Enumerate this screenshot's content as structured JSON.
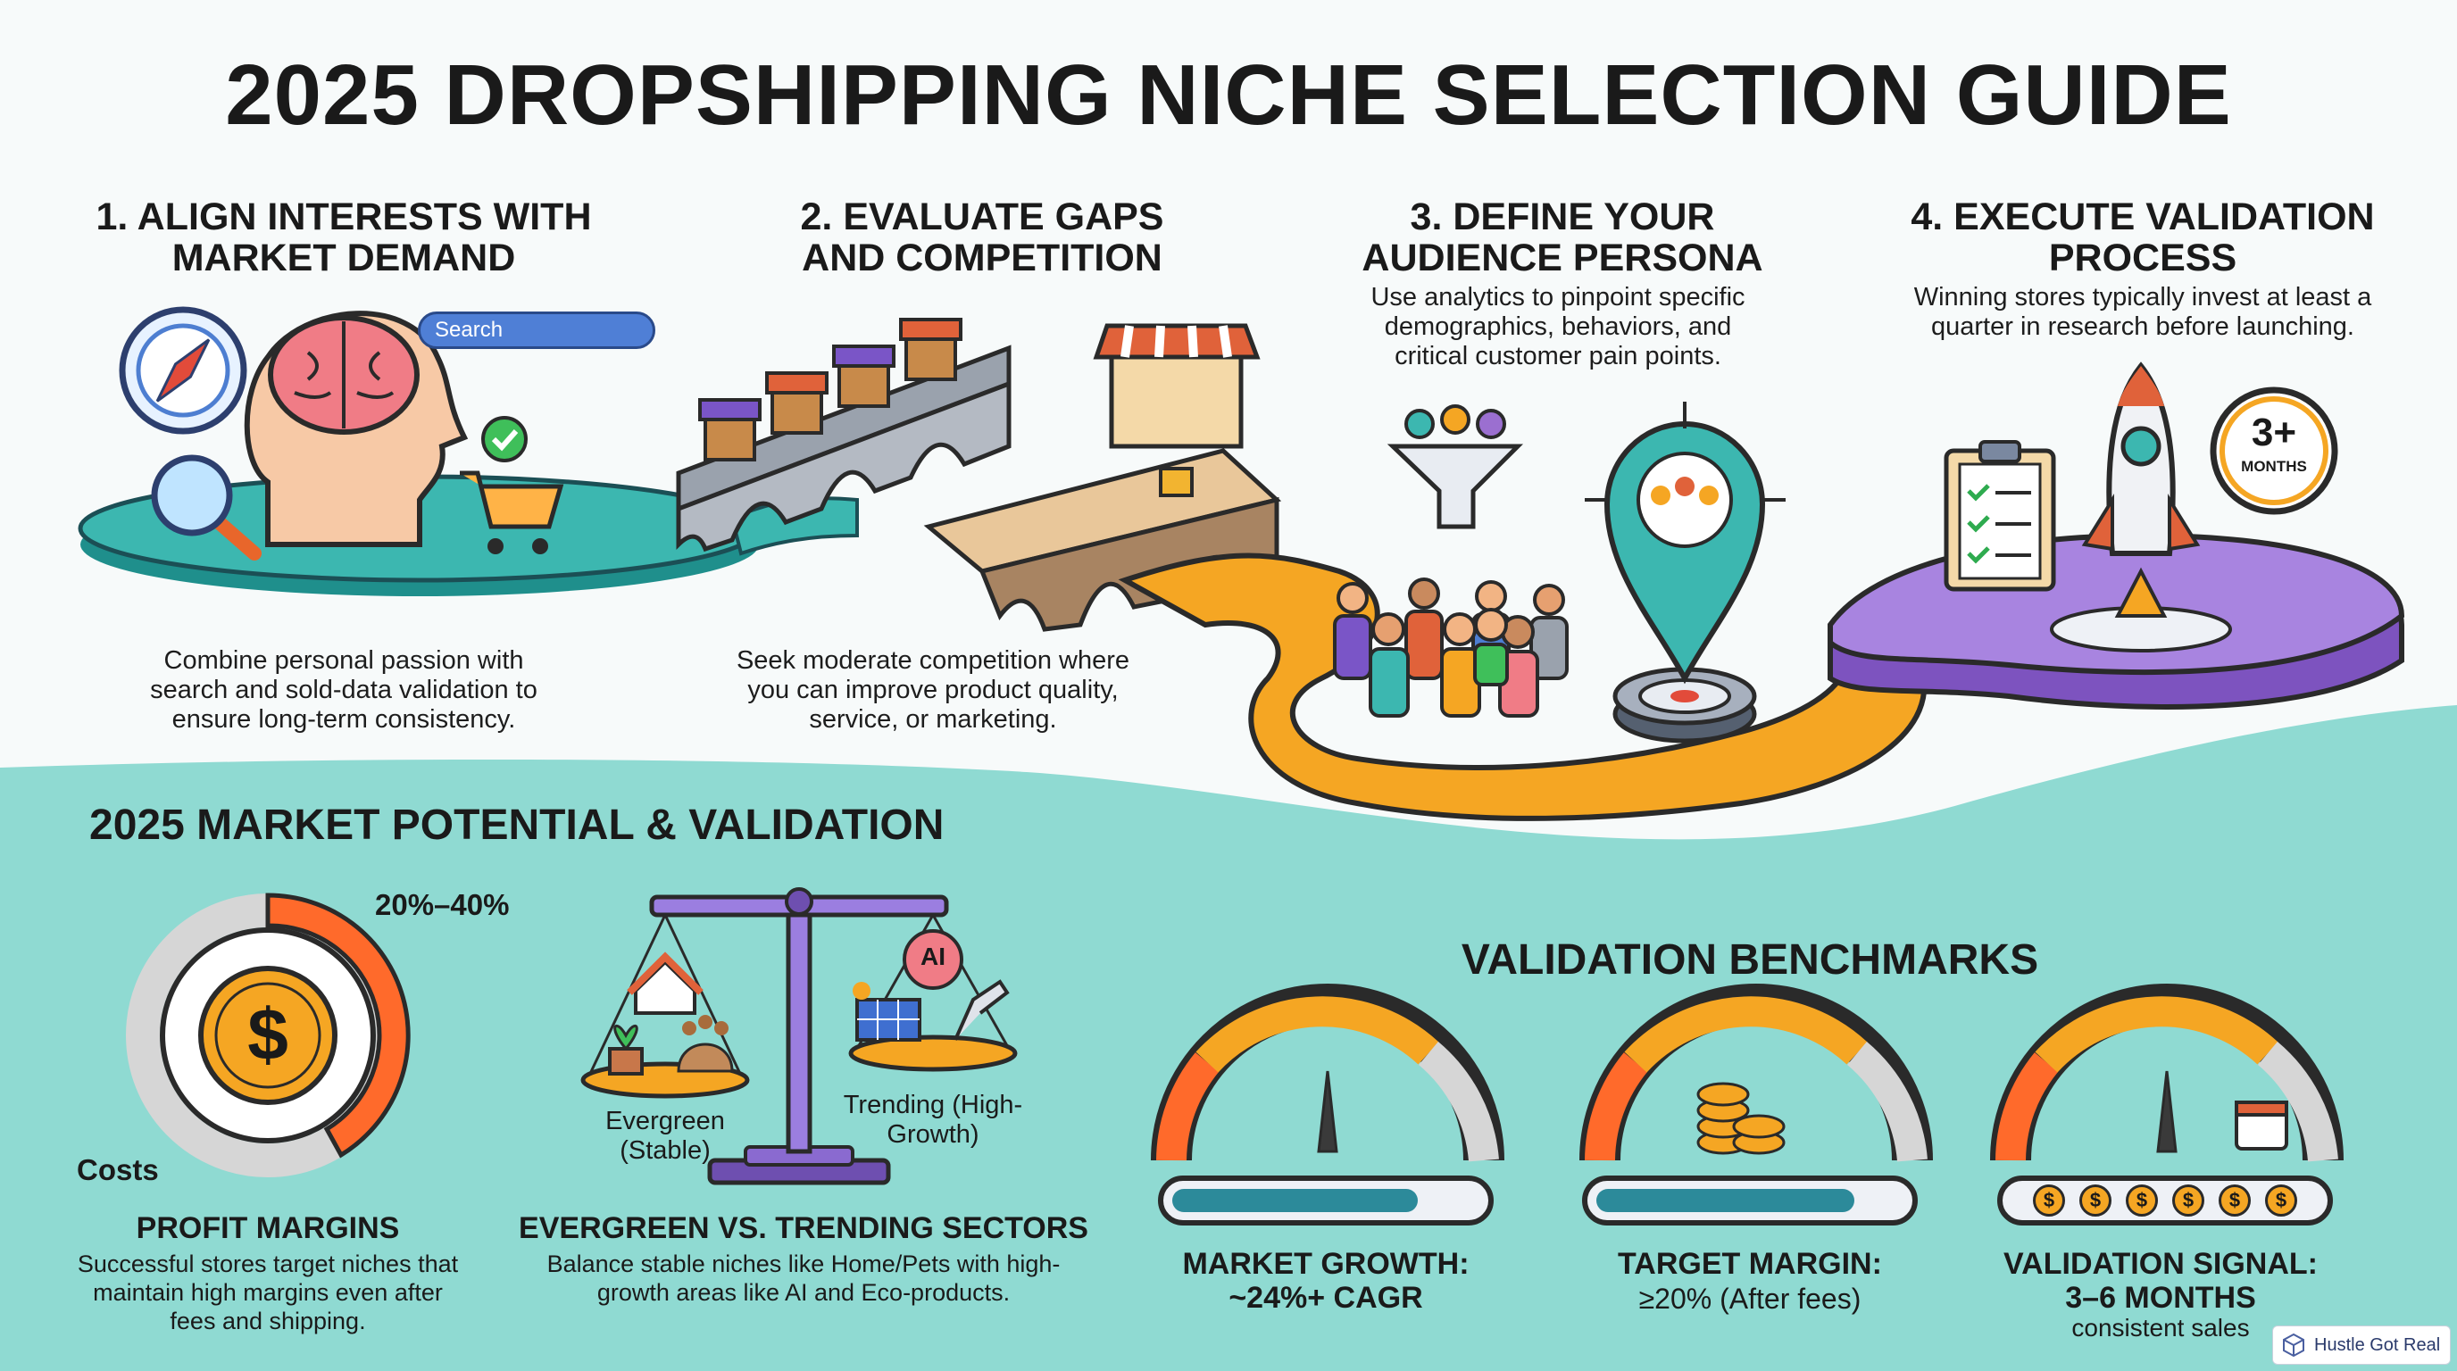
{
  "title": "2025 DROPSHIPPING NICHE SELECTION GUIDE",
  "steps": [
    {
      "heading": "1. ALIGN INTERESTS WITH MARKET DEMAND",
      "desc": "Combine personal passion with search and sold-data validation to ensure long-term consistency."
    },
    {
      "heading": "2. EVALUATE GAPS AND COMPETITION",
      "desc": "Seek moderate competition where you can improve product quality, service, or marketing."
    },
    {
      "heading": "3. DEFINE YOUR AUDIENCE PERSONA",
      "desc": "Use analytics to pinpoint specific demographics, behaviors, and critical customer pain points."
    },
    {
      "heading": "4. EXECUTE VALIDATION PROCESS",
      "desc": "Winning stores typically invest at least a quarter in research before launching."
    }
  ],
  "search_placeholder": "Search",
  "months_badge": {
    "value": "3+",
    "unit": "MONTHS"
  },
  "market": {
    "heading": "2025 MARKET POTENTIAL & VALIDATION",
    "profit": {
      "range_label": "20%–40%",
      "costs_label": "Costs",
      "title": "PROFIT MARGINS",
      "desc": "Successful stores target niches that maintain high margins even after fees and shipping."
    },
    "sectors": {
      "ai_label": "AI",
      "evergreen_label": "Evergreen (Stable)",
      "trending_label": "Trending (High-Growth)",
      "title": "EVERGREEN VS. TRENDING SECTORS",
      "desc": "Balance stable niches like Home/Pets with high-growth areas like AI and Eco-products."
    }
  },
  "benchmarks": {
    "heading": "VALIDATION BENCHMARKS",
    "items": [
      {
        "label": "MARKET GROWTH:",
        "value": "~24%+ CAGR",
        "bar_fill": 0.8
      },
      {
        "label": "TARGET MARGIN:",
        "value": "≥20% (After fees)",
        "bar_fill": 0.84
      },
      {
        "label": "VALIDATION SIGNAL:",
        "value": "3–6 MONTHS",
        "note": "consistent sales",
        "coin_glyph": "$",
        "coin_count": 6
      }
    ]
  },
  "watermark": "Hustle Got Real",
  "colors": {
    "teal": "#7fd8cf",
    "orange": "#ff6a2b",
    "gold": "#f5a623",
    "purple": "#9b6fd0",
    "gray": "#cfcfcf",
    "navy": "#2c3e66"
  }
}
